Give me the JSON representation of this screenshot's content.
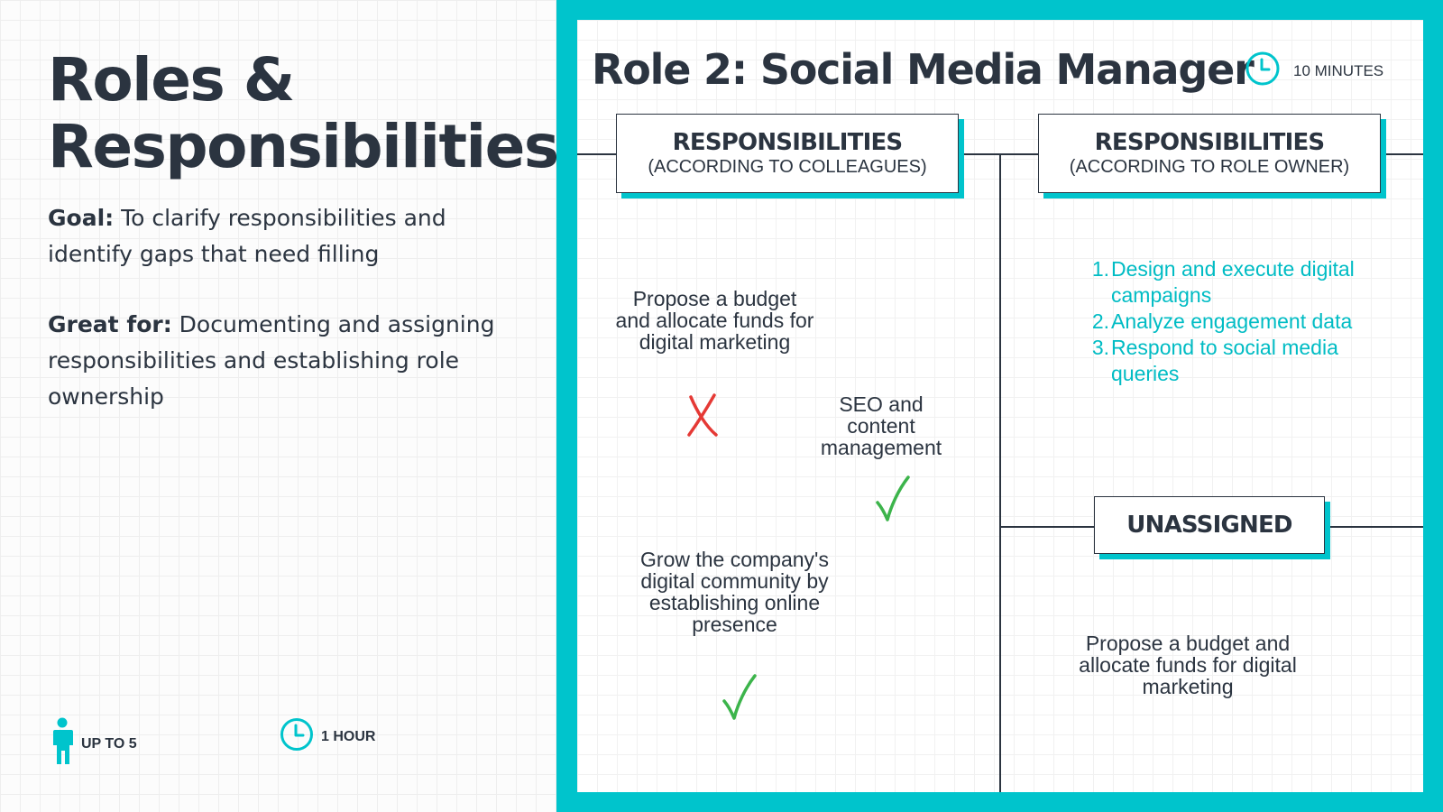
{
  "left": {
    "title_line1": "Roles &",
    "title_line2": "Responsibilities",
    "goal_label": "Goal:",
    "goal_text": " To clarify responsibilities and identify gaps that need filling",
    "great_label": "Great for:",
    "great_text": " Documenting and assigning responsibilities and establishing role ownership",
    "people_icon": "person-icon",
    "people_label": "UP TO 5",
    "time_icon": "clock-icon",
    "time_label": "1 HOUR"
  },
  "board": {
    "title": "Role 2: Social Media Manager",
    "duration_icon": "clock-icon",
    "duration_label": "10 MINUTES",
    "colleagues_header": {
      "main": "RESPONSIBILITIES",
      "sub": "(ACCORDING TO COLLEAGUES)"
    },
    "owner_header": {
      "main": "RESPONSIBILITIES",
      "sub": "(ACCORDING TO ROLE OWNER)"
    },
    "colleague_notes": [
      {
        "text": "Propose a budget and allocate funds for digital marketing",
        "mark": "cross-icon",
        "mark_color": "#e53935"
      },
      {
        "text": "SEO and content management",
        "mark": "check-icon",
        "mark_color": "#3cb44b"
      },
      {
        "text": "Grow the company's digital community by establishing online presence",
        "mark": "check-icon",
        "mark_color": "#3cb44b"
      }
    ],
    "owner_list": [
      {
        "num": "1.",
        "text": "Design and execute digital campaigns"
      },
      {
        "num": "2.",
        "text": "Analyze engagement data"
      },
      {
        "num": "3.",
        "text": "Respond to social media queries"
      }
    ],
    "unassigned_header": "UNASSIGNED",
    "unassigned_note": "Propose a budget and allocate funds for digital marketing"
  },
  "colors": {
    "accent": "#00c4cc",
    "text": "#2b3440",
    "cross": "#e53935",
    "check": "#3cb44b"
  }
}
